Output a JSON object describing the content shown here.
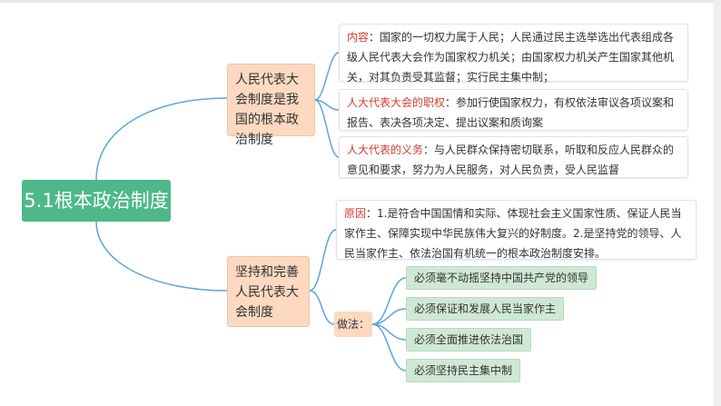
{
  "root": {
    "label": "5.1根本政治制度"
  },
  "branch1": {
    "label": "人民代表大会制度是我国的根本政治制度",
    "items": [
      {
        "key": "内容",
        "text": "：国家的一切权力属于人民；人民通过民主选举选出代表组成各级人民代表大会作为国家权力机关；由国家权力机关产生国家其他机关，对其负责受其监督；实行民主集中制；"
      },
      {
        "key": "人大代表大会的职权",
        "text": "：参加行使国家权力，有权依法审议各项议案和报告、表决各项决定、提出议案和质询案"
      },
      {
        "key": "人大代表的义务",
        "text": "：与人民群众保持密切联系，听取和反应人民群众的意见和要求，努力为人民服务，对人民负责，受人民监督"
      }
    ]
  },
  "branch2": {
    "label": "坚持和完善人民代表大会制度",
    "reason": {
      "key": "原因",
      "text": "：1.是符合中国国情和实际、体现社会主义国家性质、保证人民当家作主、保障实现中华民族伟大复兴的好制度。2.是坚持党的领导、人民当家作主、依法治国有机统一的根本政治制度安排。"
    },
    "method_label": "做法：",
    "methods": [
      "必须毫不动摇坚持中国共产党的领导",
      "必须保证和发展人民当家作主",
      "必须全面推进依法治国",
      "必须坚持民主集中制"
    ]
  },
  "colors": {
    "root": "#4eb88a",
    "branch": "#fcd9c0",
    "method": "#cfe8d5",
    "connector": "#5aa6dc",
    "key_text": "#d63b2f"
  }
}
